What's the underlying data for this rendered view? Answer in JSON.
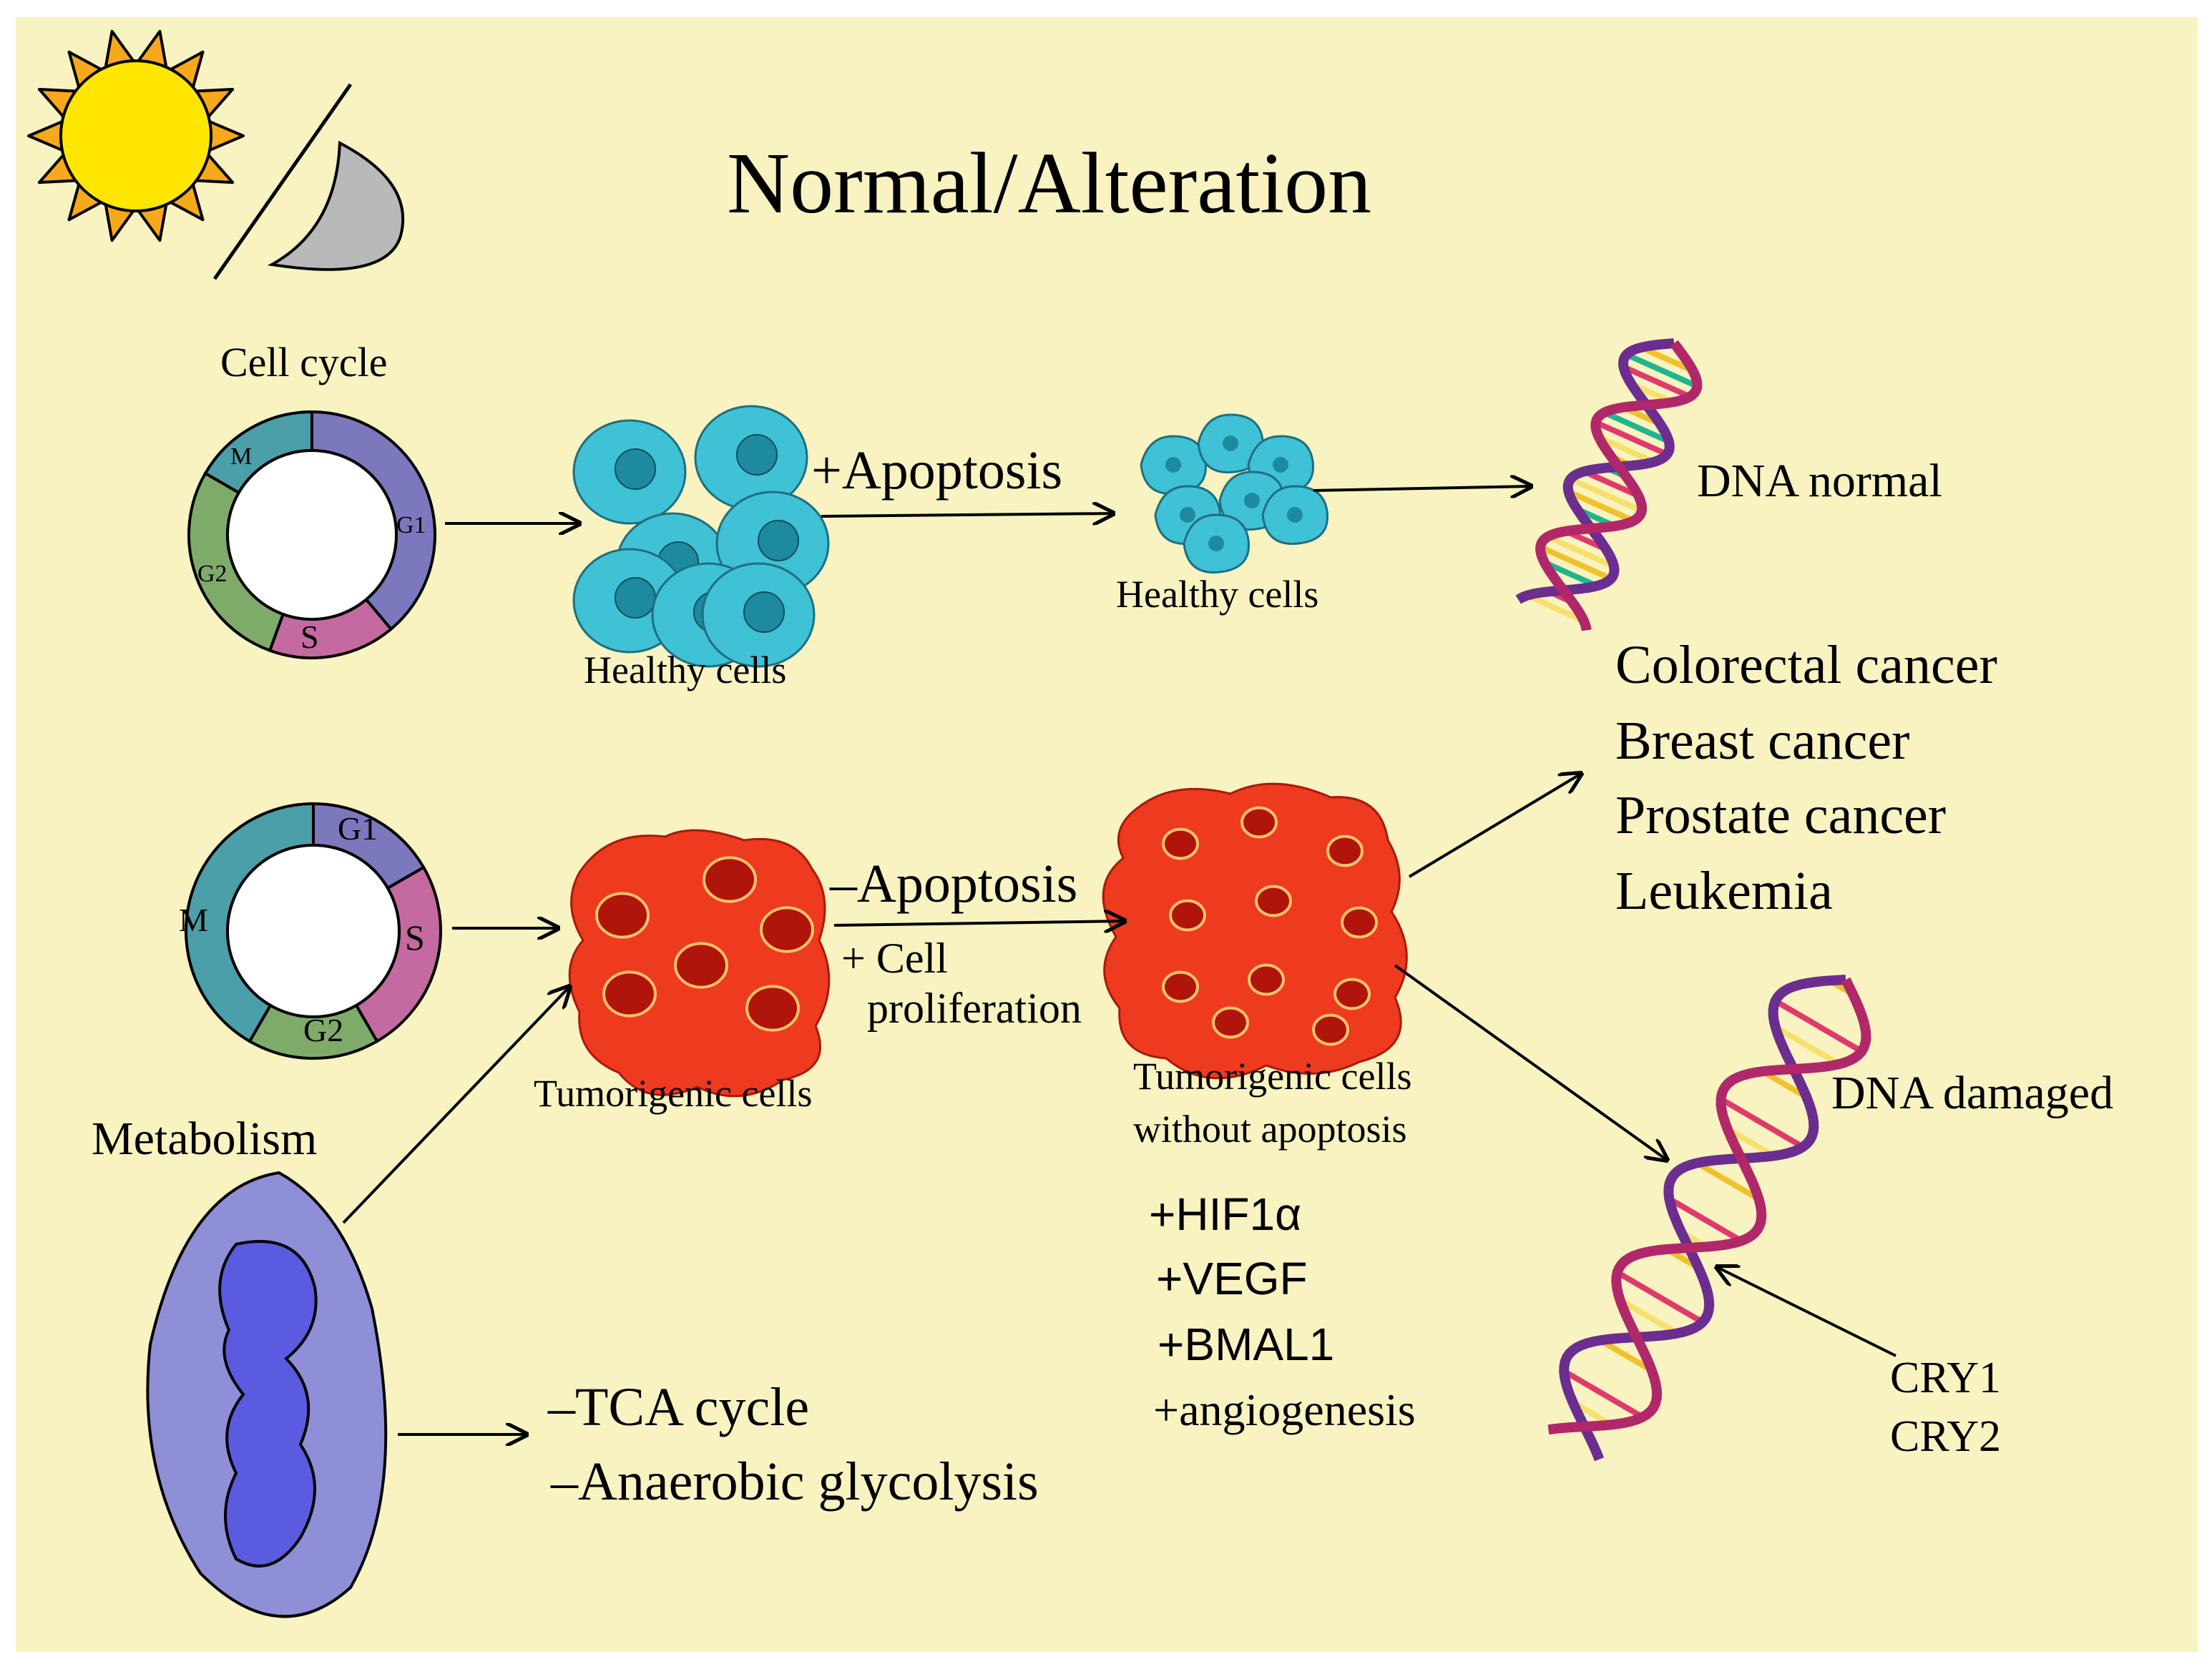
{
  "title": "Normal/Alteration",
  "cell_cycle": {
    "heading": "Cell cycle",
    "normal_phases": [
      "M",
      "G1",
      "S",
      "G2"
    ],
    "altered_phases": [
      "G1",
      "S",
      "G2",
      "M"
    ]
  },
  "normal_path": {
    "healthy_cells_1": "Healthy cells",
    "apoptosis": "+Apoptosis",
    "healthy_cells_2": "Healthy cells",
    "dna": "DNA normal"
  },
  "altered_path": {
    "tumorigenic_cells": "Tumorigenic cells",
    "apoptosis": "–Apoptosis",
    "cell_plus": "+ Cell",
    "proliferation": "proliferation",
    "tumor_no_apoptosis_line1": "Tumorigenic cells",
    "tumor_no_apoptosis_line2": "without apoptosis",
    "factors": [
      "+HIF1α",
      "+VEGF",
      "+BMAL1",
      "+angiogenesis"
    ],
    "cancers": [
      "Colorectal cancer",
      "Breast cancer",
      "Prostate cancer",
      "Leukemia"
    ],
    "dna_damaged": "DNA damaged",
    "cry": [
      "CRY1",
      "CRY2"
    ]
  },
  "metabolism": {
    "heading": "Metabolism",
    "effects": [
      "–TCA cycle",
      "–Anaerobic glycolysis"
    ]
  },
  "colors": {
    "background": "#f8f3c0",
    "sun": "#ffe600",
    "sun_rays": "#f7a81b",
    "moon": "#b9b9b9",
    "healthy_cell": "#3fc1d6",
    "tumor_cell": "#ee3a1e",
    "mitochondrion_outer": "#8f8fd8",
    "mitochondrion_inner": "#5b5be0",
    "phase_m": "#4a9fa8",
    "phase_g1": "#7b78bd",
    "phase_s": "#c46aa0",
    "phase_g2": "#7fab6a"
  },
  "icons": [
    "sun-icon",
    "moon-icon",
    "dna-icon",
    "mitochondrion-icon",
    "cell-cycle-ring-icon"
  ]
}
